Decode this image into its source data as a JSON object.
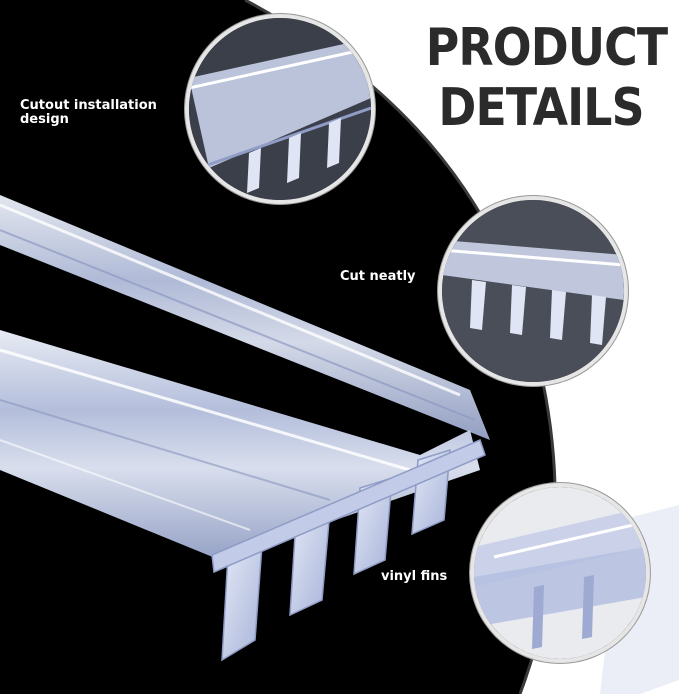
{
  "title": {
    "line1": "PRODUCT",
    "line2": "DETAILS"
  },
  "labels": {
    "cutout": "Cutout installation design",
    "cut": "Cut neatly",
    "fins": "vinyl fins"
  },
  "colors": {
    "background_dark": "#000000",
    "background_light": "#ffffff",
    "title_text": "#2b2b2b",
    "label_text": "#ffffff",
    "strip_tint": "#c9d3ee",
    "ring": "#e6e6e6"
  }
}
